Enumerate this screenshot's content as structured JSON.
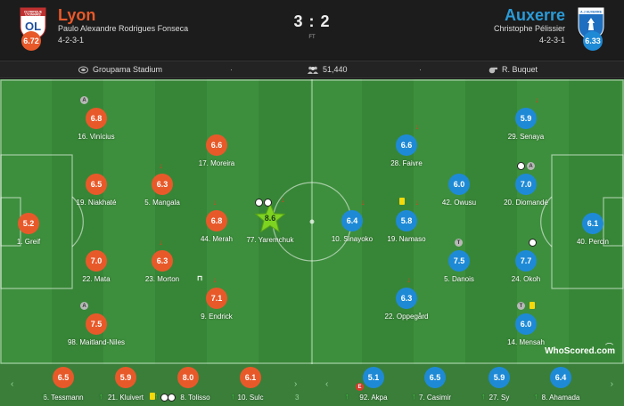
{
  "home": {
    "name": "Lyon",
    "manager": "Paulo Alexandre Rodrigues Fonseca",
    "formation": "4-2-3-1",
    "rating": "6.72",
    "logo_text": "OLYMPIQUE LYONNAIS",
    "logo_initials": "OL",
    "color": "#e8592a"
  },
  "away": {
    "name": "Auxerre",
    "manager": "Christophe Pélissier",
    "formation": "4-2-3-1",
    "rating": "6.33",
    "logo_text": "A.J AUXERRE",
    "color": "#1e8ad6"
  },
  "score": "3 : 2",
  "status": "FT",
  "info": {
    "stadium": "Groupama Stadium",
    "attendance": "51,440",
    "referee": "R. Buquet",
    "separator": "·"
  },
  "players": {
    "home": [
      {
        "id": "greif",
        "name": "1. Greif",
        "rating": "5.2"
      },
      {
        "id": "vinicius",
        "name": "16. Vinícius",
        "rating": "6.8",
        "badge": "A"
      },
      {
        "id": "niakhate",
        "name": "19. Niakhaté",
        "rating": "6.5"
      },
      {
        "id": "mata",
        "name": "22. Mata",
        "rating": "7.0"
      },
      {
        "id": "maitland-niles",
        "name": "98. Maitland-Niles",
        "rating": "7.5",
        "badge": "A"
      },
      {
        "id": "mangala",
        "name": "5. Mangala",
        "rating": "6.3"
      },
      {
        "id": "morton",
        "name": "23. Morton",
        "rating": "6.3"
      },
      {
        "id": "moreira",
        "name": "17. Moreira",
        "rating": "6.6"
      },
      {
        "id": "merah",
        "name": "44. Merah",
        "rating": "6.8"
      },
      {
        "id": "endrick",
        "name": "9. Endrick",
        "rating": "7.1"
      },
      {
        "id": "yaremchuk",
        "name": "77. Yaremchuk",
        "rating": "8.6"
      }
    ],
    "away": [
      {
        "id": "sinayoko",
        "name": "10. Sinayoko",
        "rating": "6.4"
      },
      {
        "id": "faivre",
        "name": "28. Faivre",
        "rating": "6.6"
      },
      {
        "id": "namaso",
        "name": "19. Namaso",
        "rating": "5.8"
      },
      {
        "id": "oppegard",
        "name": "22. Oppegård",
        "rating": "6.3"
      },
      {
        "id": "owusu",
        "name": "42. Owusu",
        "rating": "6.0"
      },
      {
        "id": "danois",
        "name": "5. Danois",
        "rating": "7.5",
        "badge": "T"
      },
      {
        "id": "senaya",
        "name": "29. Senaya",
        "rating": "5.9"
      },
      {
        "id": "diomande",
        "name": "20. Diomandé",
        "rating": "7.0",
        "badge": "A"
      },
      {
        "id": "okoh",
        "name": "24. Okoh",
        "rating": "7.7"
      },
      {
        "id": "mensah",
        "name": "14. Mensah",
        "rating": "6.0",
        "badge": "T"
      },
      {
        "id": "percin",
        "name": "40. Percin",
        "rating": "6.1"
      }
    ]
  },
  "bench": {
    "home": [
      {
        "name": "6. Tessmann",
        "rating": "6.5"
      },
      {
        "name": "21. Kluivert",
        "rating": "5.9"
      },
      {
        "name": "8. Tolisso",
        "rating": "8.0"
      },
      {
        "name": "10. Sulc",
        "rating": "6.1"
      }
    ],
    "away": [
      {
        "name": "92. Akpa",
        "rating": "5.1",
        "badge": "E"
      },
      {
        "name": "7. Casimir",
        "rating": "6.5"
      },
      {
        "name": "27. Sy",
        "rating": "5.9"
      },
      {
        "name": "8. Ahamada",
        "rating": "6.4"
      }
    ],
    "page_label": "3"
  },
  "brand": "WhoScored.com",
  "icons": {
    "stadium": "stadium-icon",
    "attendance": "attendance-icon",
    "referee": "whistle-icon",
    "sub_off": "down-arrow",
    "sub_on": "up-arrow",
    "goal": "ball-icon",
    "card": "yellow-card-icon"
  }
}
